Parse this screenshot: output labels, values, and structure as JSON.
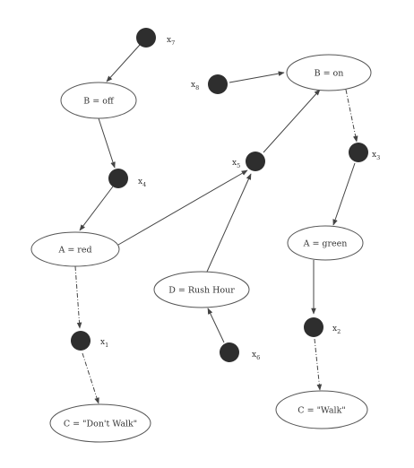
{
  "figure": {
    "nodes": {
      "b_off": {
        "label": "B = off"
      },
      "b_on": {
        "label": "B = on"
      },
      "a_red": {
        "label": "A = red"
      },
      "a_green": {
        "label": "A = green"
      },
      "d_rush": {
        "label": "D = Rush Hour"
      },
      "c_dontwalk": {
        "label": "C = \"Don't Walk\""
      },
      "c_walk": {
        "label": "C = \"Walk\""
      }
    },
    "variables": {
      "x7": {
        "name": "x",
        "sub": "7"
      },
      "x8": {
        "name": "x",
        "sub": "8"
      },
      "x4": {
        "name": "x",
        "sub": "4"
      },
      "x5": {
        "name": "x",
        "sub": "5"
      },
      "x3": {
        "name": "x",
        "sub": "3"
      },
      "x1": {
        "name": "x",
        "sub": "1"
      },
      "x2": {
        "name": "x",
        "sub": "2"
      },
      "x6": {
        "name": "x",
        "sub": "6"
      }
    }
  }
}
